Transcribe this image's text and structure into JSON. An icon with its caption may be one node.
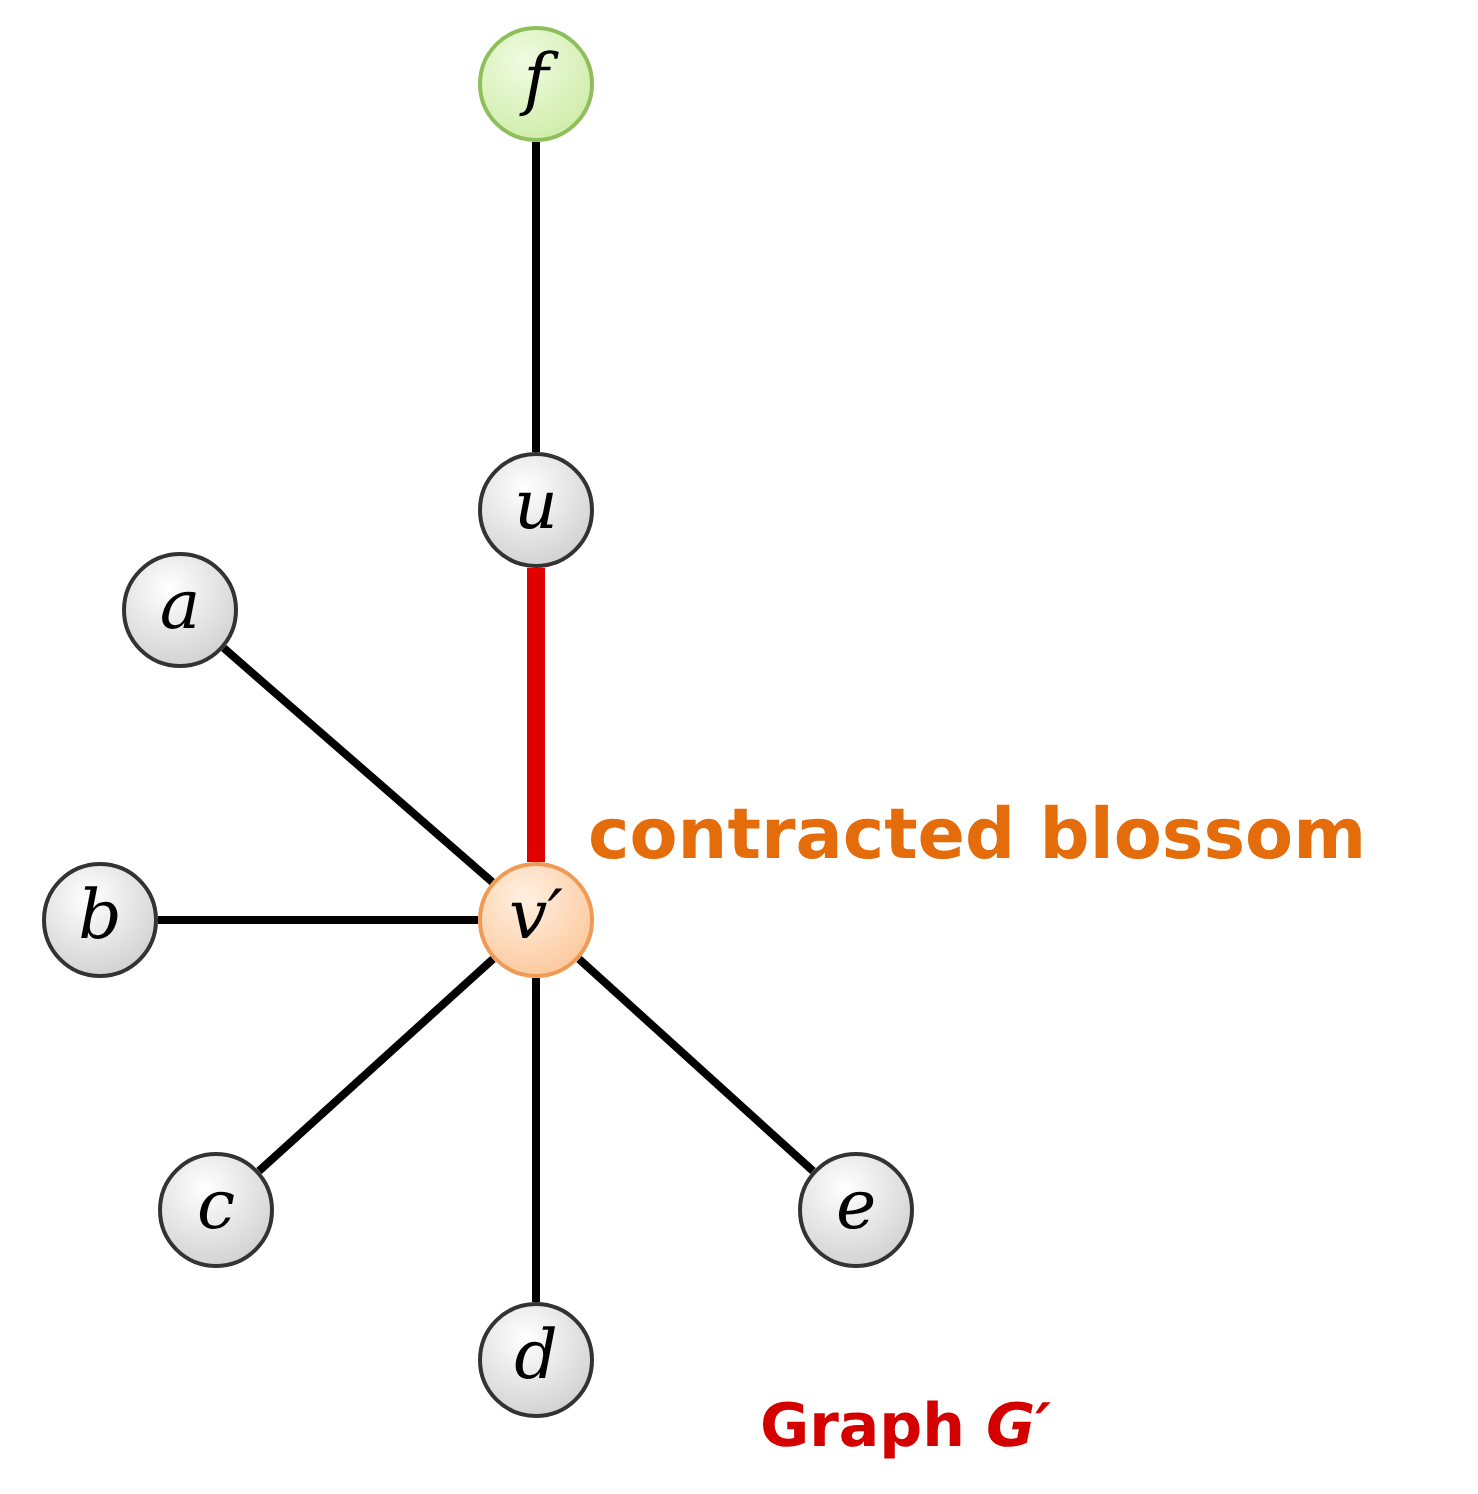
{
  "diagram": {
    "caption": "Graph *G′*",
    "nodes": [
      {
        "text": [
          "f"
        ]
      },
      {
        "text": [
          "u"
        ]
      },
      {
        "text": [
          "a"
        ]
      },
      {
        "text": [
          "b"
        ]
      },
      {
        "text": [
          "v′"
        ],
        "beside": [
          "contracted blossom"
        ]
      },
      {
        "text": [
          "c"
        ]
      },
      {
        "text": [
          "d"
        ]
      },
      {
        "text": [
          "e"
        ]
      }
    ],
    "edges": [
      {
        "from": 0,
        "to": 1,
        "arrow": "none"
      },
      {
        "from": 1,
        "to": 4,
        "arrow": "none",
        "style": "thick",
        "color": "#e00000"
      },
      {
        "from": 2,
        "to": 4,
        "arrow": "none"
      },
      {
        "from": 3,
        "to": 4,
        "arrow": "none"
      },
      {
        "from": 5,
        "to": 4,
        "arrow": "none"
      },
      {
        "from": 6,
        "to": 4,
        "arrow": "none"
      },
      {
        "from": 7,
        "to": 4,
        "arrow": "none"
      }
    ]
  }
}
